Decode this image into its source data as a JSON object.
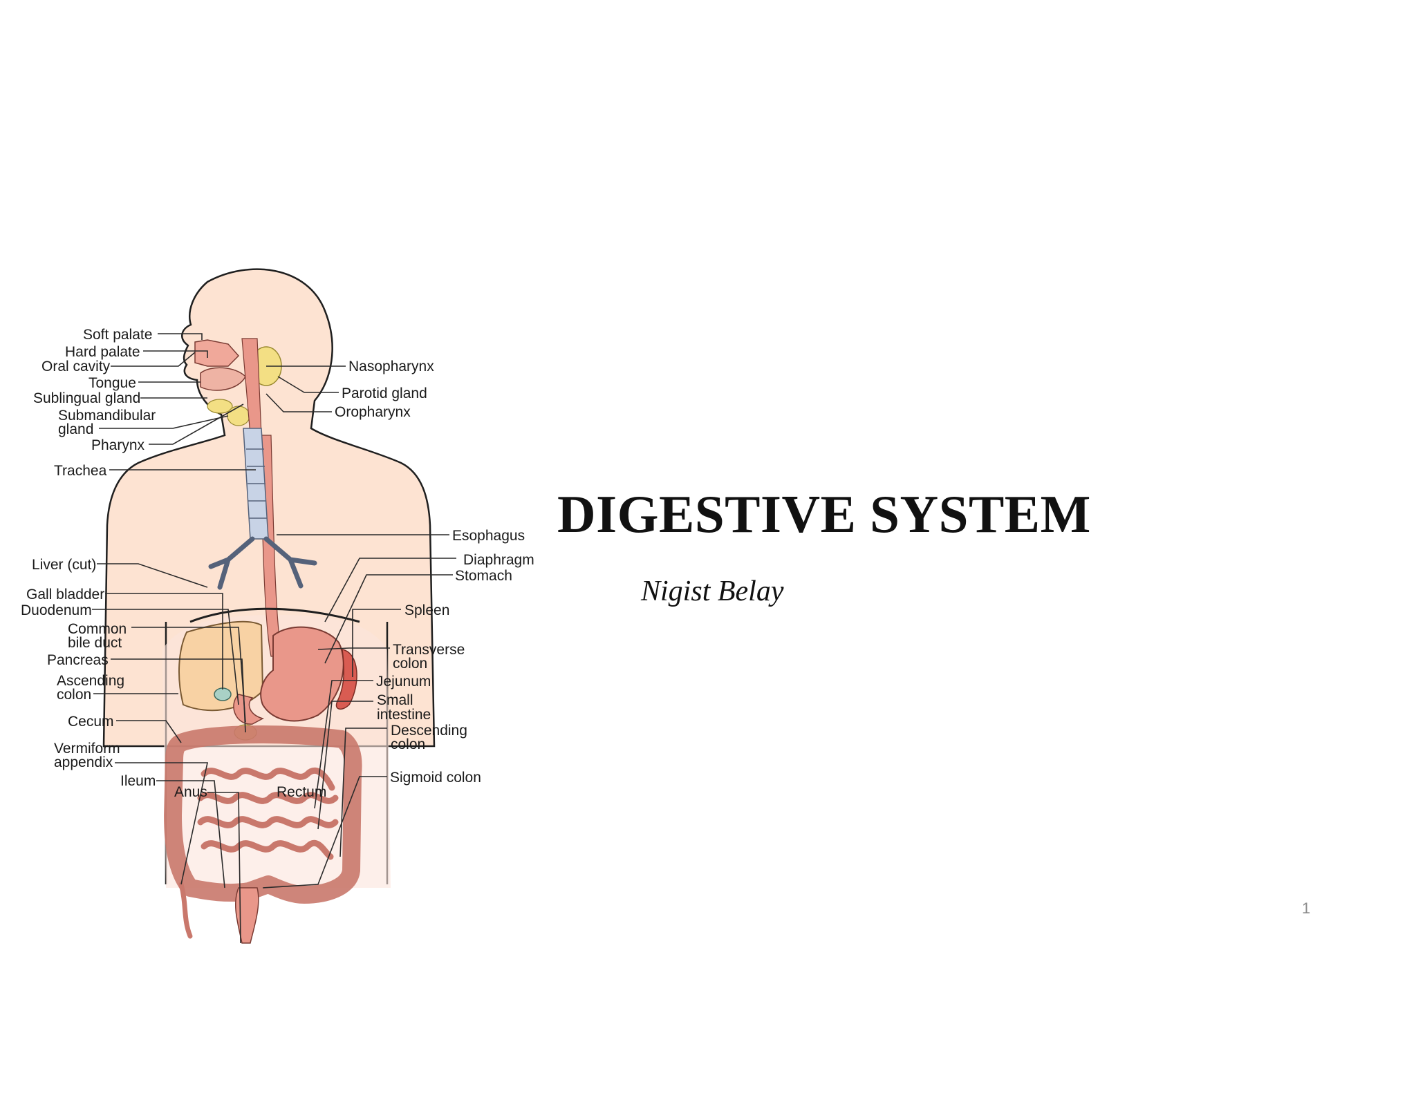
{
  "slide": {
    "title": "DIGESTIVE SYSTEM",
    "author": "Nigist Belay",
    "page_number": "1"
  },
  "diagram": {
    "labels": {
      "soft_palate": "Soft palate",
      "hard_palate": "Hard palate",
      "oral_cavity": "Oral cavity",
      "tongue": "Tongue",
      "sublingual_gland": "Sublingual gland",
      "submandibular_1": "Submandibular",
      "submandibular_2": "gland",
      "pharynx": "Pharynx",
      "trachea": "Trachea",
      "liver": "Liver (cut)",
      "gall_bladder": "Gall bladder",
      "duodenum": "Duodenum",
      "common_bile_1": "Common",
      "common_bile_2": "bile duct",
      "pancreas": "Pancreas",
      "ascending_1": "Ascending",
      "ascending_2": "colon",
      "cecum": "Cecum",
      "appendix_1": "Vermiform",
      "appendix_2": "appendix",
      "ileum": "Ileum",
      "anus": "Anus",
      "rectum": "Rectum",
      "nasopharynx": "Nasopharynx",
      "parotid": "Parotid gland",
      "oropharynx": "Oropharynx",
      "esophagus": "Esophagus",
      "diaphragm": "Diaphragm",
      "stomach": "Stomach",
      "spleen": "Spleen",
      "transverse_1": "Transverse",
      "transverse_2": "colon",
      "jejunum": "Jejunum",
      "small_1": "Small",
      "small_2": "intestine",
      "descending_1": "Descending",
      "descending_2": "colon",
      "sigmoid": "Sigmoid colon"
    },
    "colors": {
      "skin": "#fde3d2",
      "outline": "#1f1f1f",
      "tract": "#e9978a",
      "liver": "#f8d2a4",
      "gland": "#f3df84",
      "trachea": "#c8d3e6",
      "spleen": "#d95c52",
      "intestine": "#f2b0a6"
    }
  }
}
